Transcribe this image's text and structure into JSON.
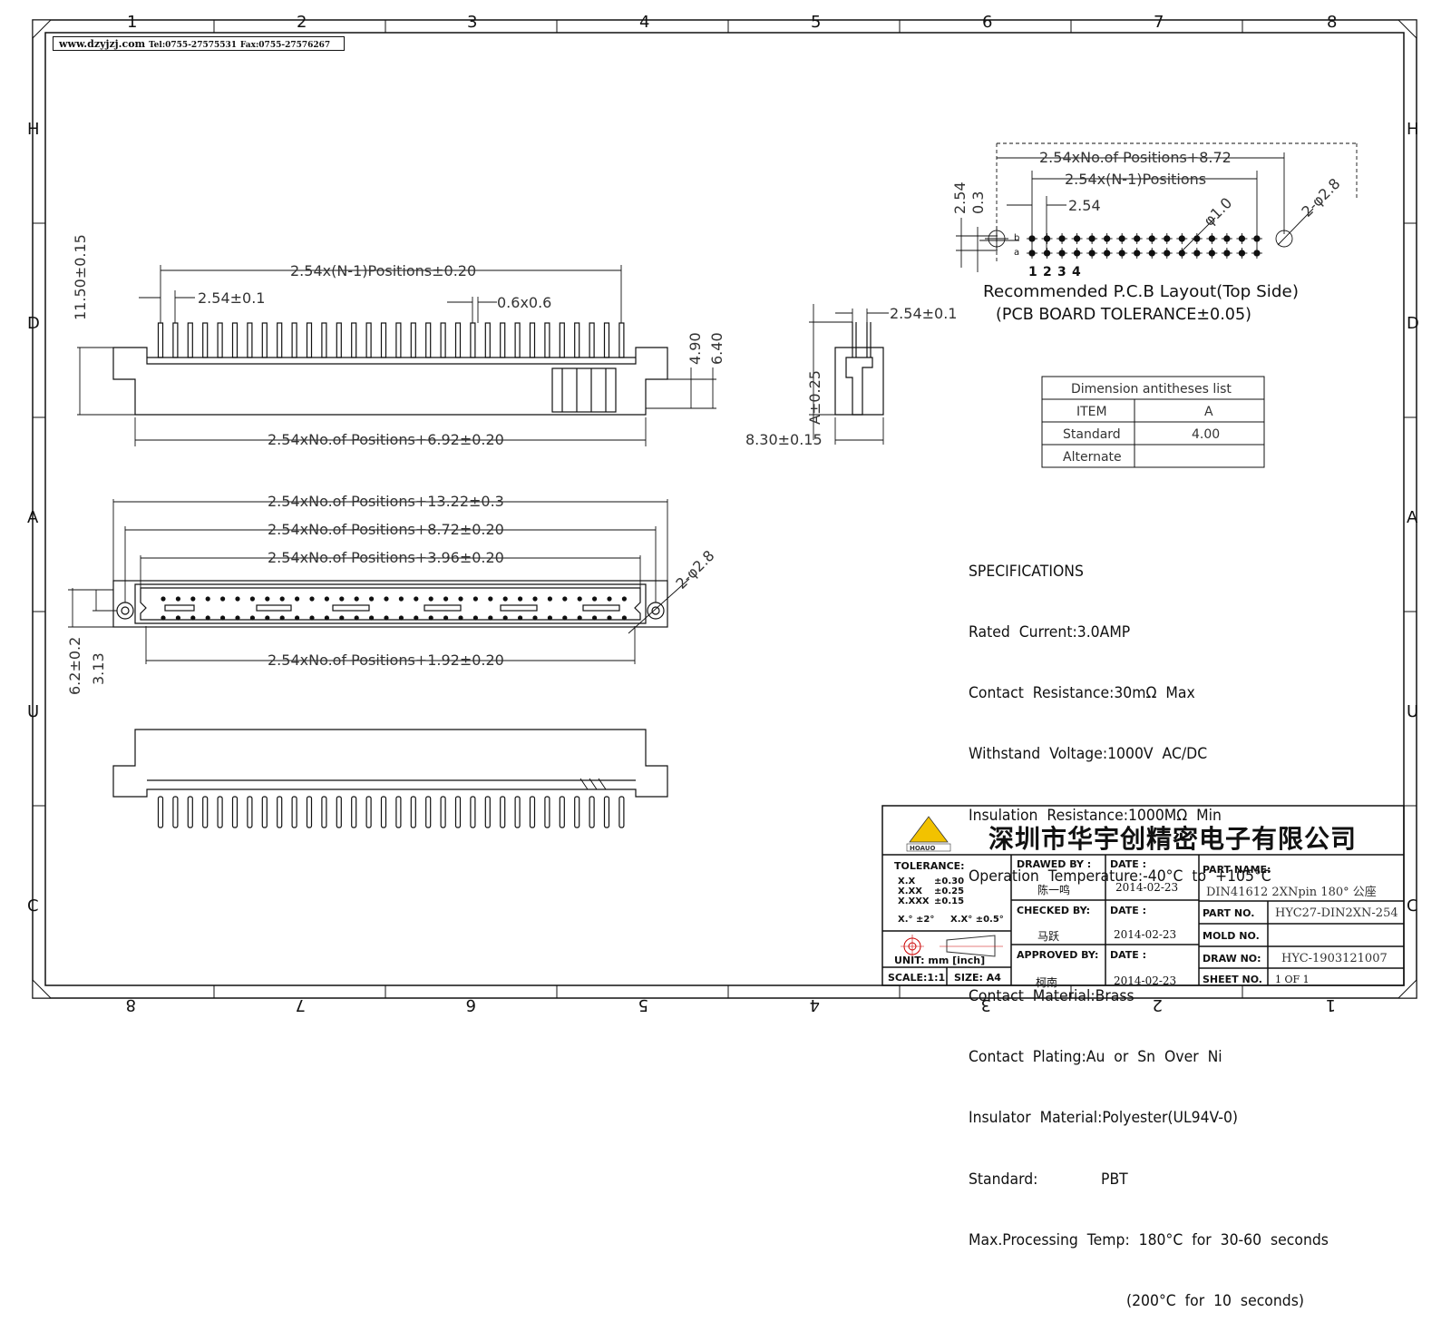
{
  "header": {
    "website": "www.dzyjzj.com",
    "tel": "Tel:0755-27575531",
    "fax": "Fax:0755-27576267"
  },
  "border": {
    "cols_top": [
      "1",
      "2",
      "3",
      "4",
      "5",
      "6",
      "7",
      "8"
    ],
    "cols_bottom": [
      "8",
      "7",
      "6",
      "5",
      "4",
      "3",
      "2",
      "1"
    ],
    "rows_left": [
      "H",
      "D",
      "A",
      "U",
      "C"
    ],
    "rows_right": [
      "H",
      "D",
      "A",
      "U",
      "C"
    ]
  },
  "side_view": {
    "dim_pitch_span": "2.54x(N-1)Positions±0.20",
    "dim_pitch": "2.54±0.1",
    "dim_pin": "0.6x0.6",
    "dim_height": "11.50±0.15",
    "dim_4_90": "4.90",
    "dim_6_40": "6.40",
    "dim_body": "2.54xNo.of  Positions+6.92±0.20"
  },
  "end_view": {
    "dim_pitch": "2.54±0.1",
    "dim_a": "A±0.25",
    "dim_width": "8.30±0.15"
  },
  "top_view": {
    "dim_overall": "2.54xNo.of  Positions+13.22±0.3",
    "dim_holes": "2.54xNo.of  Positions+8.72±0.20",
    "dim_inner": "2.54xNo.of  Positions+3.96±0.20",
    "dim_bottom": "2.54xNo.of  Positions+1.92±0.20",
    "dim_hole_dia": "2-φ2.8",
    "dim_62": "6.2±0.2",
    "dim_313": "3.13"
  },
  "pcb_layout": {
    "dim_overall": "2.54xNo.of  Positions+8.72",
    "dim_span": "2.54x(N-1)Positions",
    "dim_pitch": "2.54",
    "dim_row_pitch": "2.54",
    "dim_offset": "0.3",
    "dim_pin_hole": "φ1.0",
    "dim_mount_hole": "2-φ2.8",
    "row_b": "b",
    "row_a": "a",
    "pin_numbers": [
      "1",
      "2",
      "3",
      "4"
    ],
    "caption_1": "Recommended  P.C.B  Layout(Top  Side)",
    "caption_2": "(PCB  BOARD  TOLERANCE±0.05)"
  },
  "dimension_table": {
    "title": "Dimension  antitheses  list",
    "rows": [
      {
        "label": "ITEM",
        "value": "A"
      },
      {
        "label": "Standard",
        "value": "4.00"
      },
      {
        "label": "Alternate",
        "value": ""
      }
    ]
  },
  "specifications": {
    "heading": "SPECIFICATIONS",
    "lines": [
      "Rated  Current:3.0AMP",
      "Contact  Resistance:30mΩ  Max",
      "Withstand  Voltage:1000V  AC/DC",
      "Insulation  Resistance:1000MΩ  Min",
      "Operation  Temperature:-40°C  to  +105°C"
    ],
    "lines2": [
      "Contact  Material:Brass",
      "Contact  Plating:Au  or  Sn  Over  Ni",
      "Insulator  Material:Polyester(UL94V-0)",
      "Standard:              PBT",
      "Max.Processing  Temp:  180°C  for  30-60  seconds",
      "                                   (200°C  for  10  seconds)"
    ]
  },
  "title_block": {
    "company": "深圳市华宇创精密电子有限公司",
    "logo_text": "HOAUO",
    "tolerance_label": "TOLERANCE:",
    "tol_x": "X.X",
    "tol_x_val": "±0.30",
    "tol_xx": "X.XX",
    "tol_xx_val": "±0.25",
    "tol_xxx": "X.XXX",
    "tol_xxx_val": "±0.15",
    "tol_ang1": "X.°  ±2°",
    "tol_ang2": "X.X°  ±0.5°",
    "unit": "UNIT:  mm  [inch]",
    "scale": "SCALE:1:1",
    "size": "SIZE:  A4",
    "drawn_by_label": "DRAWED  BY  :",
    "drawn_by": "陈一鸣",
    "checked_by_label": "CHECKED  BY:",
    "checked_by": "马跃",
    "approved_by_label": "APPROVED  BY:",
    "approved_by": "柯南",
    "date_label": "DATE  :",
    "date1": "2014-02-23",
    "date2": "2014-02-23",
    "date3": "2014-02-23",
    "part_name_label": "PART  NAME:",
    "part_name": "DIN41612  2XNpin  180°  公座",
    "part_no_label": "PART  NO.",
    "part_no": "HYC27-DIN2XN-254",
    "mold_no_label": "MOLD  NO.",
    "mold_no": "",
    "draw_no_label": "DRAW  NO:",
    "draw_no": "HYC-1903121007",
    "sheet_no_label": "SHEET  NO.",
    "sheet_no": "1  OF  1"
  }
}
